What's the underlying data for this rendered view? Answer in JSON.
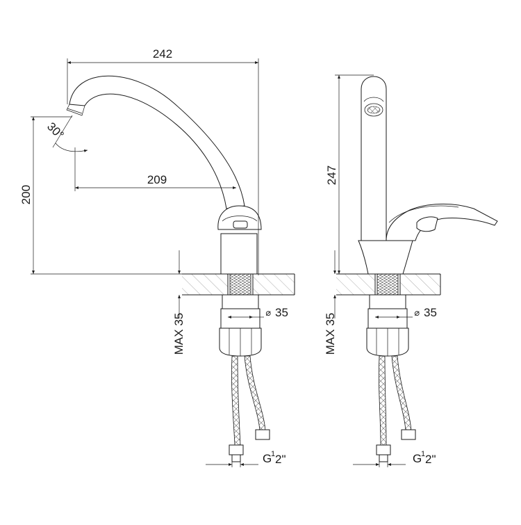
{
  "side_view": {
    "width_total": "242",
    "reach": "209",
    "height": "200",
    "angle": "30°",
    "max_thickness": "MAX 35",
    "hole_diameter": "35",
    "thread_base": "G",
    "thread_sup": "1",
    "thread_sub": "2\""
  },
  "front_view": {
    "height": "247",
    "max_thickness": "MAX 35",
    "hole_diameter": "35",
    "thread_base": "G",
    "thread_sup": "1",
    "thread_sub": "2\""
  },
  "diameter_symbol": "⌀"
}
